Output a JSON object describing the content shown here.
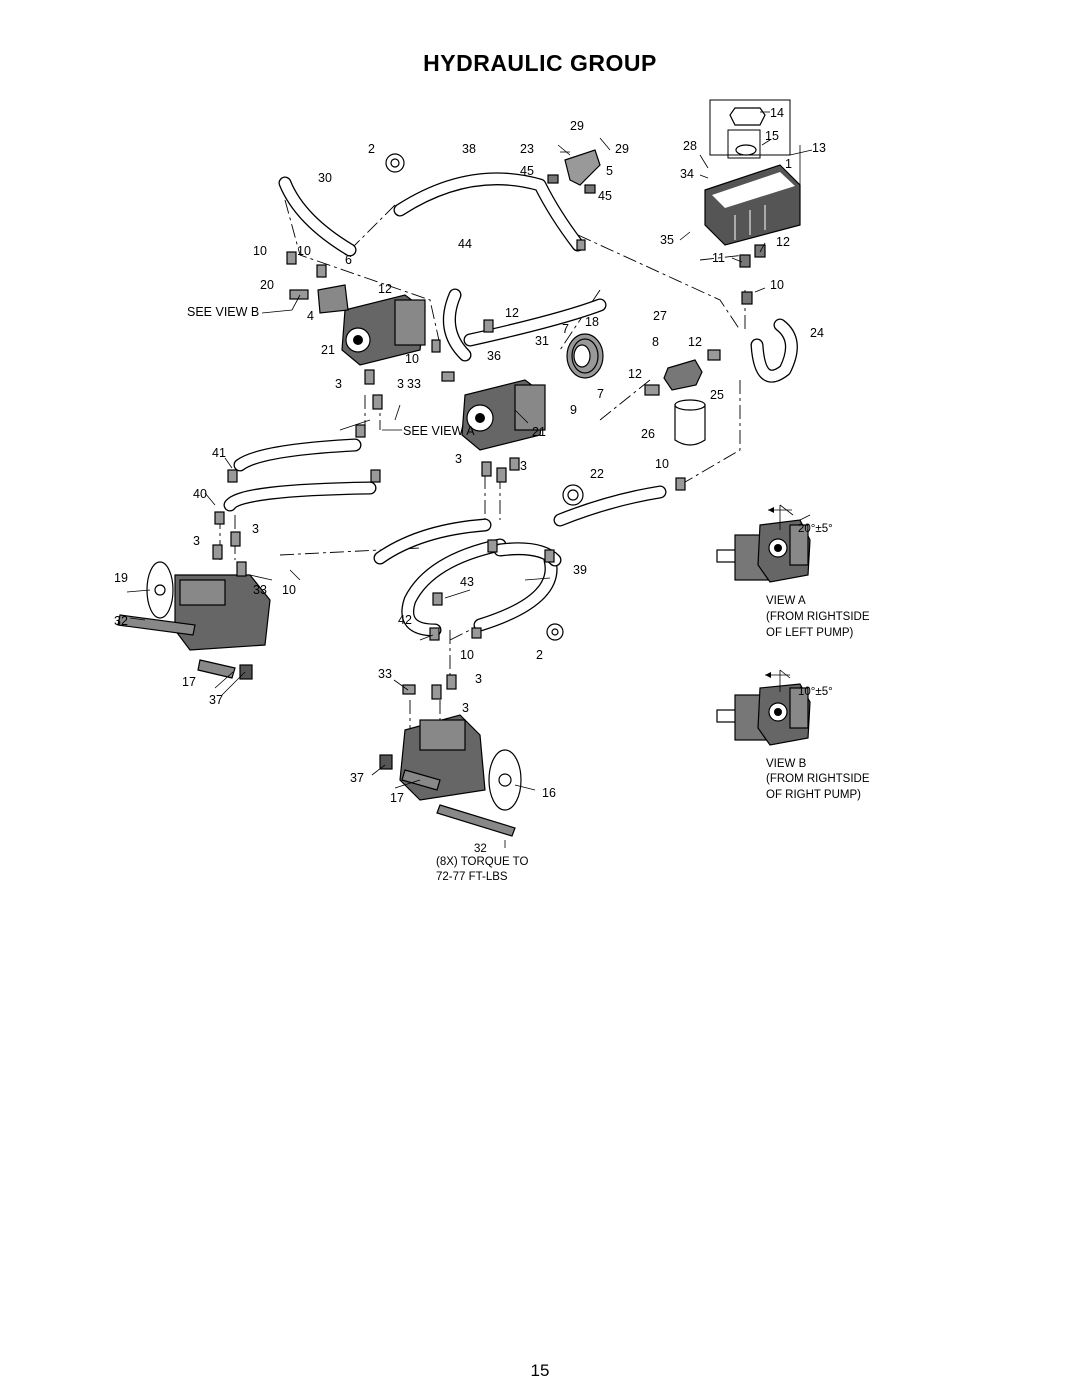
{
  "title": "HYDRAULIC GROUP",
  "page_number": "15",
  "annotations": {
    "see_view_b": "SEE VIEW B",
    "see_view_a": "SEE VIEW A",
    "view_a_title": "VIEW A",
    "view_a_line2": "(FROM RIGHTSIDE",
    "view_a_line3": "OF LEFT PUMP)",
    "view_a_angle": "20°±5°",
    "view_b_title": "VIEW B",
    "view_b_line2": "(FROM RIGHTSIDE",
    "view_b_line3": "OF RIGHT PUMP)",
    "view_b_angle": "10°±5°",
    "torque_ref": "32",
    "torque_line1": "(8X) TORQUE TO",
    "torque_line2": "72-77 FT-LBS"
  },
  "callouts": [
    "2",
    "38",
    "23",
    "29",
    "29",
    "28",
    "14",
    "15",
    "13",
    "1",
    "30",
    "45",
    "5",
    "45",
    "34",
    "35",
    "12",
    "11",
    "10",
    "10",
    "10",
    "6",
    "44",
    "20",
    "12",
    "SEE",
    "4",
    "12",
    "27",
    "7",
    "18",
    "24",
    "21",
    "31",
    "8",
    "12",
    "10",
    "36",
    "12",
    "3",
    "3",
    "33",
    "7",
    "25",
    "9",
    "21",
    "26",
    "41",
    "3",
    "3",
    "22",
    "10",
    "40",
    "3",
    "3",
    "19",
    "33",
    "10",
    "43",
    "39",
    "32",
    "42",
    "10",
    "2",
    "17",
    "33",
    "3",
    "37",
    "3",
    "37",
    "17",
    "16"
  ]
}
